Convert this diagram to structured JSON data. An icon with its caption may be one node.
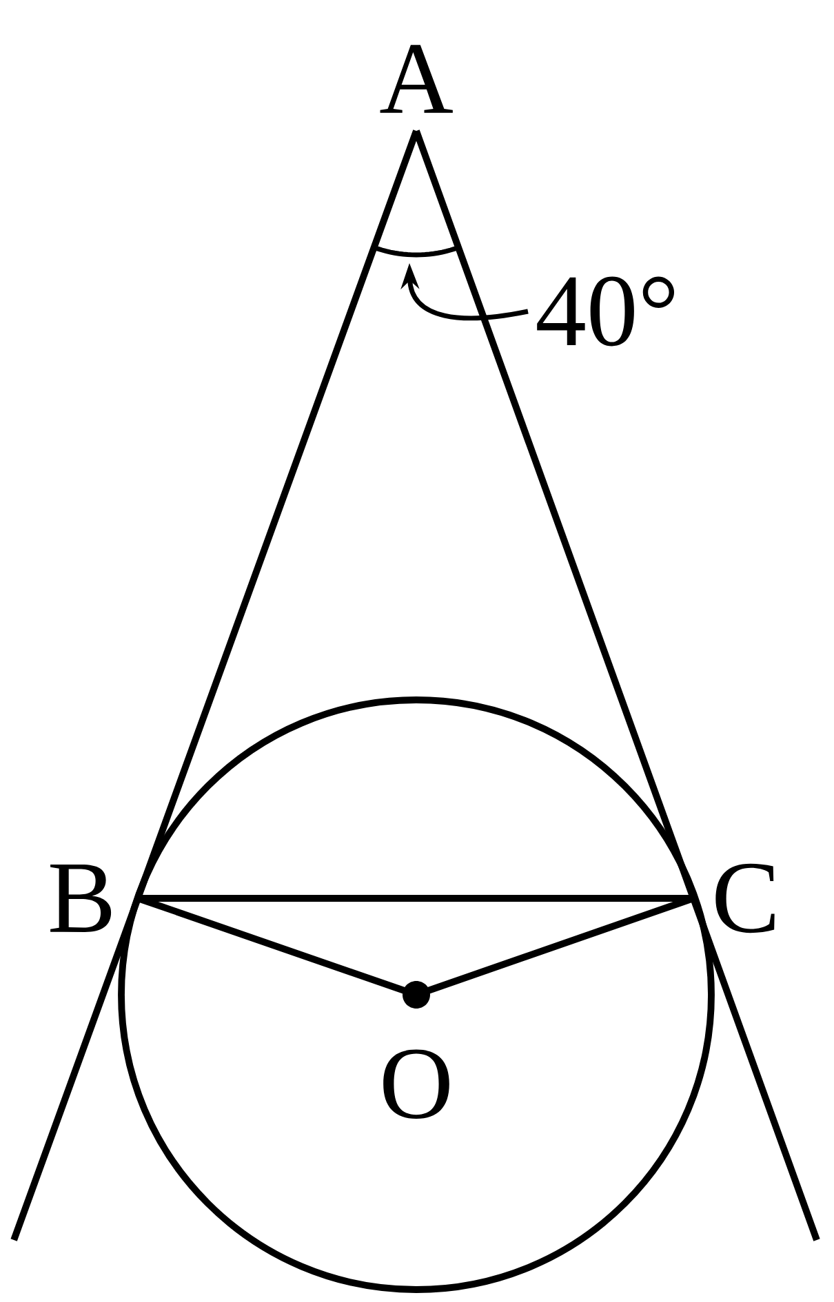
{
  "diagram": {
    "nodes": [
      {
        "text": [
          "A"
        ]
      },
      {
        "text": [
          "B"
        ]
      },
      {
        "text": [
          "C"
        ]
      },
      {
        "text": [
          "O"
        ]
      },
      {
        "text": [
          "40°"
        ]
      }
    ],
    "edges": [
      {
        "from": 0,
        "to": 1,
        "arrow": "none"
      },
      {
        "from": 0,
        "to": 2,
        "arrow": "none"
      },
      {
        "from": 1,
        "to": 2,
        "arrow": "none"
      },
      {
        "from": 1,
        "to": 3,
        "arrow": "none"
      },
      {
        "from": 3,
        "to": 2,
        "arrow": "none"
      },
      {
        "from": 4,
        "to": null,
        "arrow": "to"
      }
    ]
  }
}
